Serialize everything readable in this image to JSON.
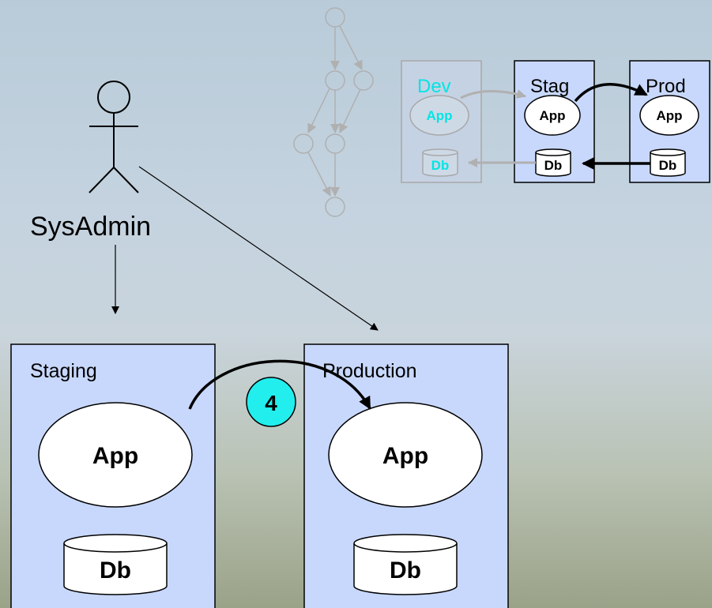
{
  "actor": {
    "label": "SysAdmin"
  },
  "step": {
    "number": "4",
    "color": "#22eeee"
  },
  "mini": {
    "dev": {
      "title": "Dev",
      "app": "App",
      "db": "Db",
      "color": "#00e5e5"
    },
    "stag": {
      "title": "Stag",
      "app": "App",
      "db": "Db"
    },
    "prod": {
      "title": "Prod",
      "app": "App",
      "db": "Db"
    }
  },
  "main": {
    "staging": {
      "title": "Staging",
      "app": "App",
      "db": "Db"
    },
    "production": {
      "title": "Production",
      "app": "App",
      "db": "Db"
    }
  },
  "colors": {
    "box_fill": "#c8d8fc",
    "dev_box_fill": "#c5d2e3",
    "graph_gray": "#b0b0b0"
  }
}
